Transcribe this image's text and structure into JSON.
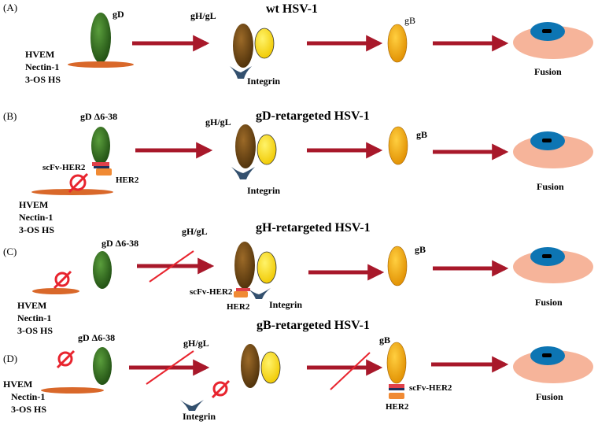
{
  "panels": [
    {
      "id": "A",
      "panel_label": "(A)",
      "title": "wt HSV-1",
      "gd_label": "gD",
      "ghgl_label": "gH/gL",
      "gb_label": "gB",
      "receptors": [
        "HVEM",
        "Nectin-1",
        "3-OS HS"
      ],
      "integrin_label": "Integrin",
      "fusion_label": "Fusion"
    },
    {
      "id": "B",
      "panel_label": "(B)",
      "title": "gD-retargeted HSV-1",
      "gd_label": "gD Δ6-38",
      "ghgl_label": "gH/gL",
      "gb_label": "gB",
      "scfv_label": "scFv-HER2",
      "her2_label": "HER2",
      "receptors": [
        "HVEM",
        "Nectin-1",
        "3-OS HS"
      ],
      "integrin_label": "Integrin",
      "fusion_label": "Fusion"
    },
    {
      "id": "C",
      "panel_label": "(C)",
      "title": "gH-retargeted HSV-1",
      "gd_label": "gD Δ6-38",
      "ghgl_label": "gH/gL",
      "gb_label": "gB",
      "scfv_label": "scFv-HER2",
      "her2_label": "HER2",
      "receptors": [
        "HVEM",
        "Nectin-1",
        "3-OS HS"
      ],
      "integrin_label": "Integrin",
      "fusion_label": "Fusion"
    },
    {
      "id": "D",
      "panel_label": "(D)",
      "title": "gB-retargeted HSV-1",
      "gd_label": "gD Δ6-38",
      "ghgl_label": "gH/gL",
      "gb_label": "gB",
      "scfv_label": "scFv-HER2",
      "her2_label": "HER2",
      "receptors": [
        "HVEM",
        "Nectin-1",
        "3-OS HS"
      ],
      "integrin_label": "Integrin",
      "fusion_label": "Fusion"
    }
  ],
  "colors": {
    "gd": "#2e6b1c",
    "gh": "#6b4410",
    "gl": "#ffe000",
    "gb": "#f5a800",
    "receptor": "#d9682a",
    "integrin": "#33506e",
    "arrow": "#a8182a",
    "block": "#e8242e",
    "cell": "#f6b49a",
    "nucleus": "#0d75b3",
    "scfv": "#e0404a",
    "her2": "#f08a34"
  }
}
